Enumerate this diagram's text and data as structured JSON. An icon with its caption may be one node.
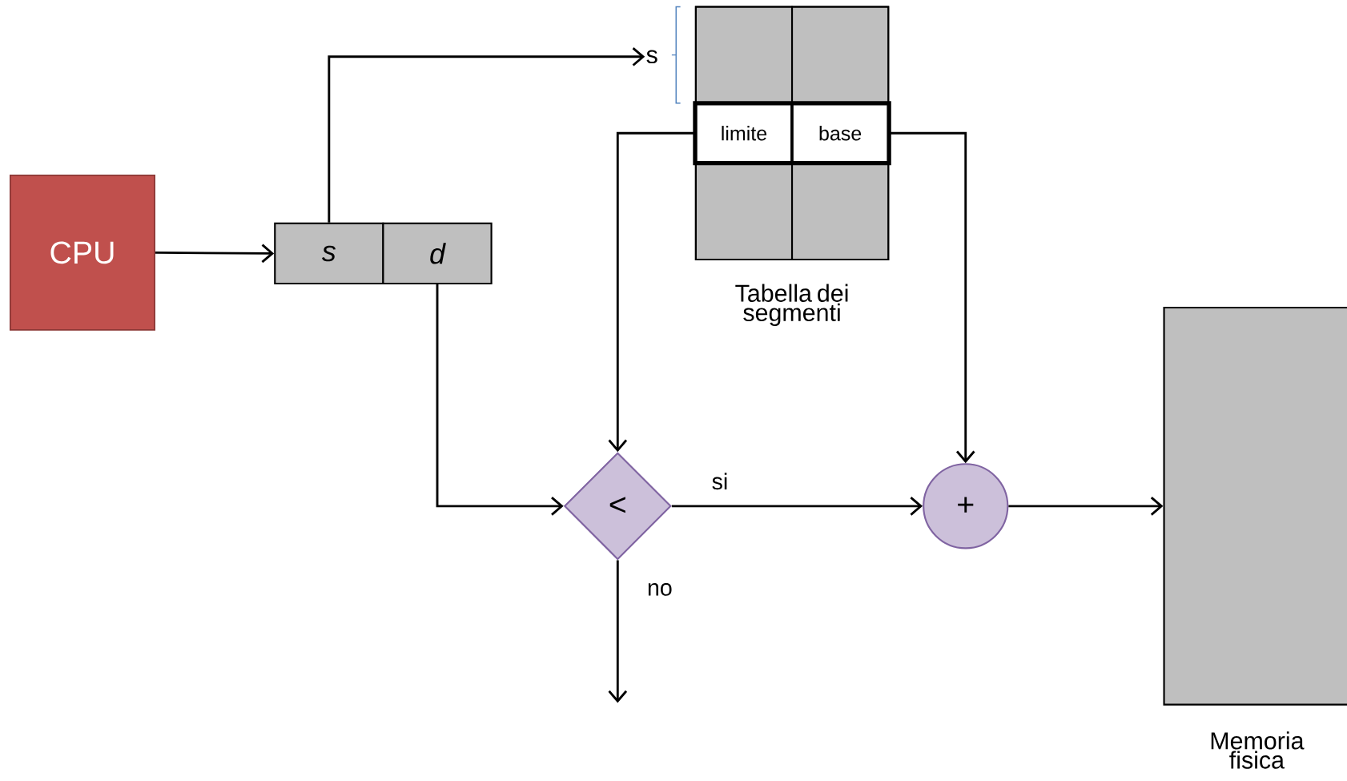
{
  "diagram": {
    "nodes": [
      {
        "text": [
          "CPU"
        ]
      },
      {
        "text": [
          "s"
        ]
      },
      {
        "text": [
          "d"
        ]
      },
      {
        "text": [
          "s"
        ]
      },
      {
        "text": [
          "Tabella dei segmenti"
        ]
      },
      {
        "text": [],
        "shape": "box",
        "in": 4
      },
      {
        "text": [],
        "shape": "box",
        "in": 4
      },
      {
        "text": [
          "limite"
        ],
        "in": 4
      },
      {
        "text": [
          "base"
        ],
        "in": 4
      },
      {
        "text": [],
        "shape": "box",
        "in": 4
      },
      {
        "text": [],
        "shape": "box",
        "in": 4
      },
      {
        "text": [
          "<"
        ]
      },
      {
        "text": [
          "+"
        ]
      },
      {
        "text": [
          "Memoria fisica"
        ]
      }
    ],
    "edges": [
      {
        "from": 0,
        "to": 1,
        "arrow": "to"
      },
      {
        "from": 1,
        "to": 3,
        "arrow": "to"
      },
      {
        "from": 7,
        "to": 11,
        "arrow": "to"
      },
      {
        "from": 8,
        "to": 12,
        "arrow": "to"
      },
      {
        "from": 2,
        "to": 11,
        "arrow": "to"
      },
      {
        "from": 11,
        "to": 12,
        "arrow": "to",
        "label": "si"
      },
      {
        "from": 12,
        "to": 13,
        "arrow": "to"
      },
      {
        "from": 11,
        "to": null,
        "arrow": "to",
        "label": "no"
      }
    ]
  }
}
